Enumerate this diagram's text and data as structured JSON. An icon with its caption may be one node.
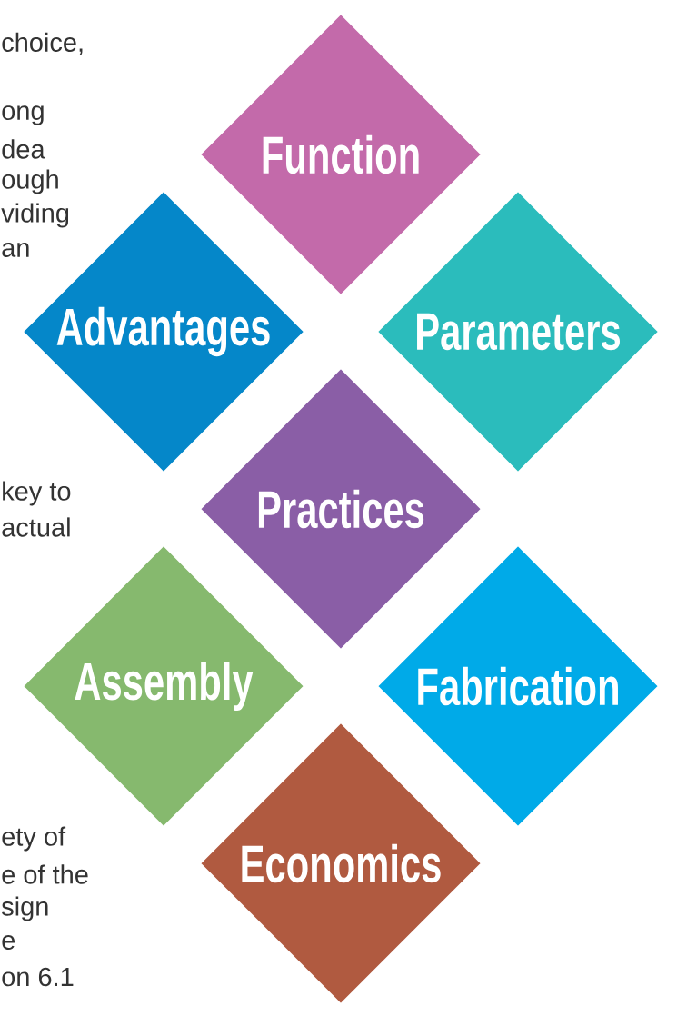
{
  "diagram": {
    "nodes": [
      {
        "text": [
          "Function"
        ]
      },
      {
        "text": [
          "Advantages"
        ]
      },
      {
        "text": [
          "Parameters"
        ]
      },
      {
        "text": [
          "Practices"
        ]
      },
      {
        "text": [
          "Assembly"
        ]
      },
      {
        "text": [
          "Fabrication"
        ]
      },
      {
        "text": [
          "Economics"
        ]
      }
    ],
    "labels": [
      "choice,",
      "ong",
      "dea",
      "ough",
      "viding",
      "an",
      "key to",
      "actual",
      "ety of",
      "e of the",
      "sign",
      "e",
      "on 6.1"
    ]
  }
}
